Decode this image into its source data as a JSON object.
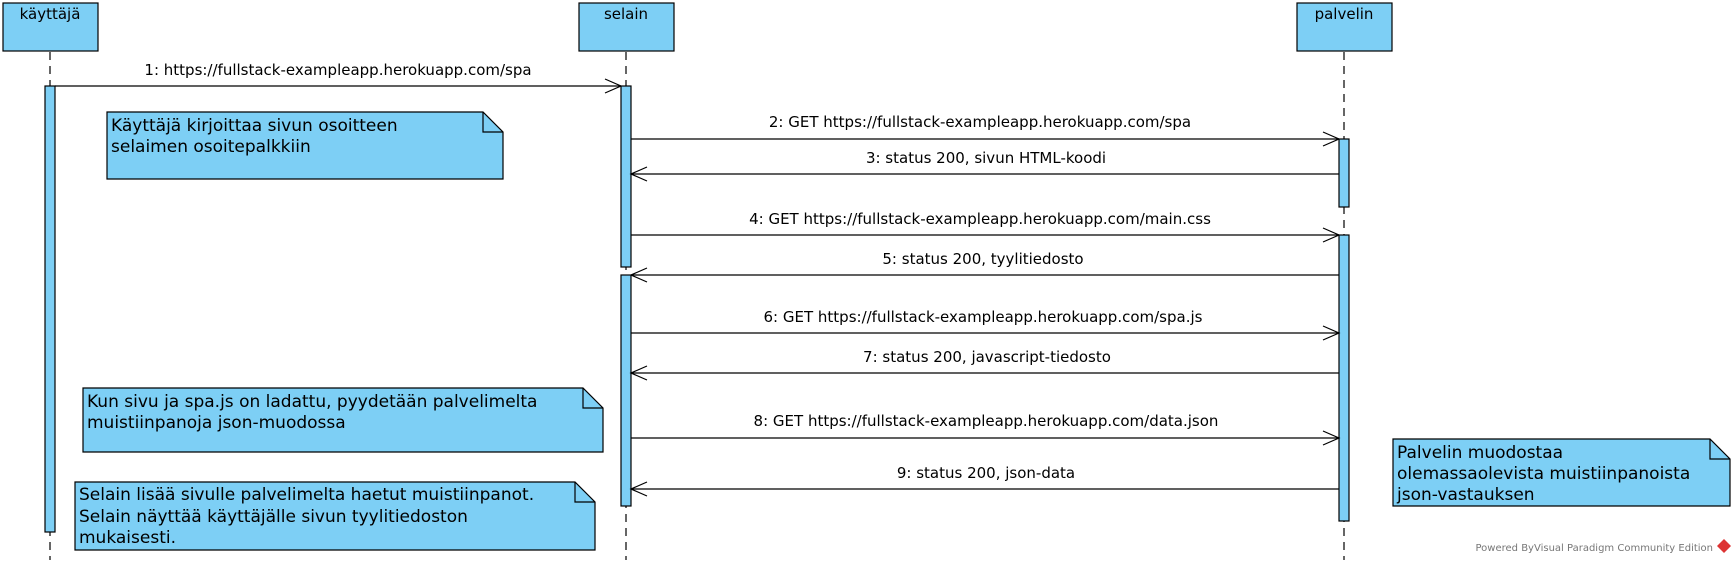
{
  "participants": {
    "user": "käyttäjä",
    "browser": "selain",
    "server": "palvelin"
  },
  "messages": {
    "m1": "1: https://fullstack-exampleapp.herokuapp.com/spa",
    "m2": "2: GET https://fullstack-exampleapp.herokuapp.com/spa",
    "m3": "3: status 200, sivun HTML-koodi",
    "m4": "4: GET https://fullstack-exampleapp.herokuapp.com/main.css",
    "m5": "5: status 200, tyylitiedosto",
    "m6": "6: GET https://fullstack-exampleapp.herokuapp.com/spa.js",
    "m7": "7: status 200, javascript-tiedosto",
    "m8": "8: GET https://fullstack-exampleapp.herokuapp.com/data.json",
    "m9": "9: status 200, json-data"
  },
  "notes": {
    "n1": [
      "Käyttäjä kirjoittaa sivun osoitteen",
      "selaimen osoitepalkkiin"
    ],
    "n2": [
      "Kun sivu ja spa.js on ladattu, pyydetään palvelimelta",
      "muistiinpanoja json-muodossa"
    ],
    "n3": [
      "Selain lisää sivulle palvelimelta haetut muistiinpanot.",
      "Selain näyttää käyttäjälle sivun tyylitiedoston",
      "mukaisesti."
    ],
    "n4": [
      "Palvelin muodostaa",
      "olemassaolevista muistiinpanoista",
      "json-vastauksen"
    ]
  },
  "watermark": "Powered ByVisual Paradigm Community Edition",
  "colors": {
    "fill": "#7dcff5",
    "line": "#000000"
  }
}
